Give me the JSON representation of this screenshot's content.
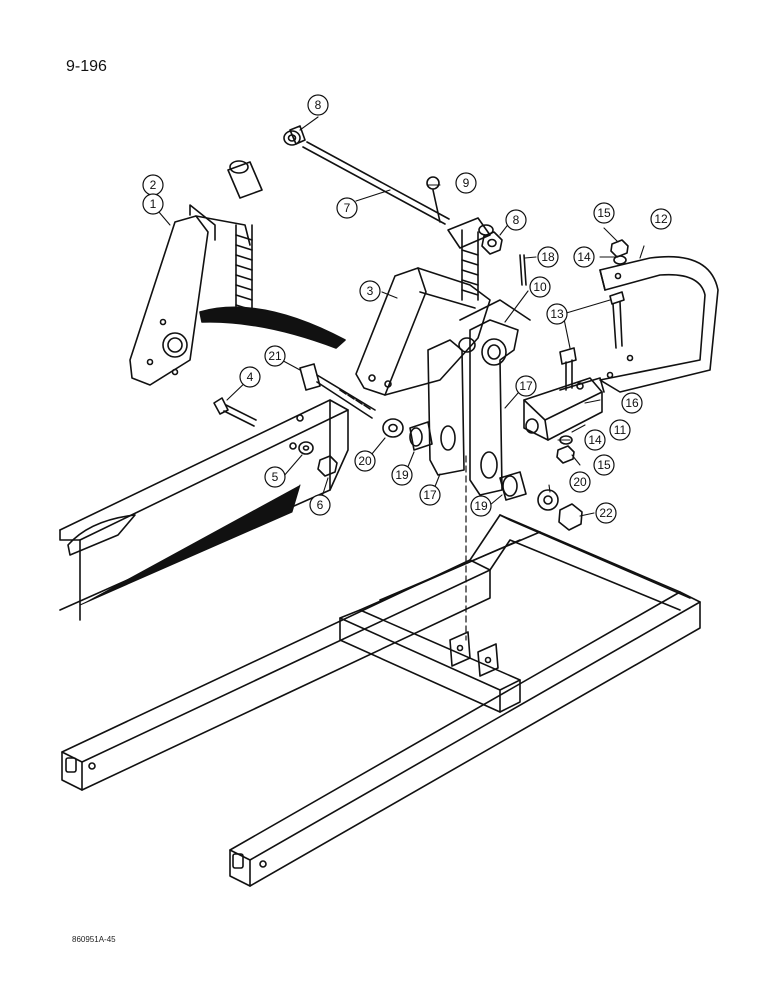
{
  "page_number": "9-196",
  "reference_code": "860951A-45",
  "callouts": {
    "c1": "1",
    "c2": "2",
    "c3": "3",
    "c4": "4",
    "c5": "5",
    "c6": "6",
    "c7": "7",
    "c8a": "8",
    "c8b": "8",
    "c9": "9",
    "c10": "10",
    "c11": "11",
    "c12": "12",
    "c13": "13",
    "c14a": "14",
    "c14b": "14",
    "c15a": "15",
    "c15b": "15",
    "c16": "16",
    "c17a": "17",
    "c17b": "17",
    "c18": "18",
    "c19a": "19",
    "c19b": "19",
    "c20a": "20",
    "c20b": "20",
    "c21": "21",
    "c22": "22"
  }
}
